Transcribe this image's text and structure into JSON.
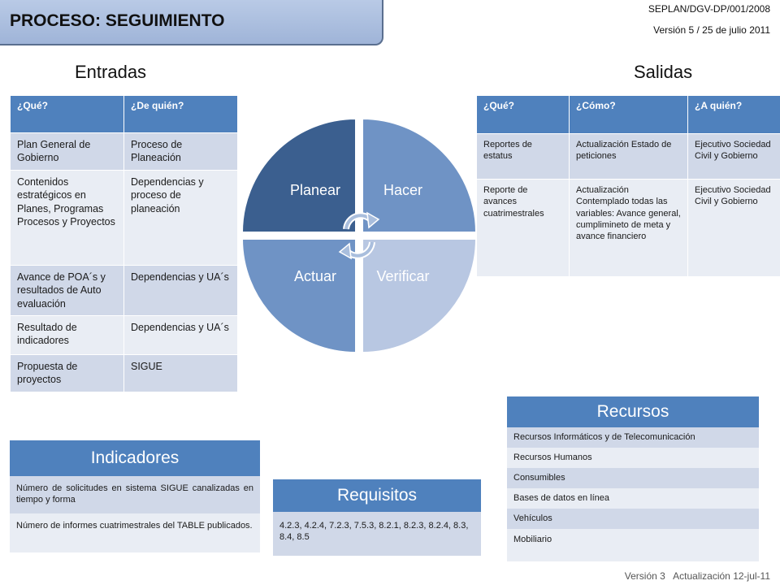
{
  "header": {
    "title": "PROCESO: SEGUIMIENTO",
    "doc_code": "SEPLAN/DGV-DP/001/2008",
    "version": "Versión 5 / 25 de julio 2011"
  },
  "inputs": {
    "label": "Entradas",
    "columns": [
      "¿Qué?",
      "¿De quién?"
    ],
    "rows": [
      [
        "Plan General de Gobierno",
        "Proceso de Planeación"
      ],
      [
        "Contenidos estratégicos en Planes, Programas Procesos y Proyectos",
        "Dependencias y proceso de planeación"
      ],
      [
        "Avance de POA´s y resultados de Auto evaluación",
        "Dependencias y UA´s"
      ],
      [
        "Resultado de indicadores",
        "Dependencias y UA´s"
      ],
      [
        "Propuesta de proyectos",
        "SIGUE"
      ]
    ]
  },
  "outputs": {
    "label": "Salidas",
    "columns": [
      "¿Qué?",
      "¿Cómo?",
      "¿A quién?"
    ],
    "rows": [
      [
        "Reportes de estatus",
        "Actualización Estado de peticiones",
        "Ejecutivo Sociedad Civil y Gobierno"
      ],
      [
        "Reporte de avances cuatrimestrales",
        "Actualización Contemplado todas las variables: Avance general, cumplimineto de meta y avance financiero",
        "Ejecutivo Sociedad Civil y Gobierno"
      ]
    ]
  },
  "cycle": {
    "planear": "Planear",
    "hacer": "Hacer",
    "actuar": "Actuar",
    "verificar": "Verificar",
    "colors": {
      "planear": "#3b5f8f",
      "hacer": "#6f93c5",
      "actuar": "#6f93c5",
      "verificar": "#b8c7e2"
    }
  },
  "indicadores": {
    "title": "Indicadores",
    "items": [
      "Número de solicitudes en sistema SIGUE canalizadas en tiempo y forma",
      "Número de informes cuatrimestrales del TABLE publicados."
    ]
  },
  "requisitos": {
    "title": "Requisitos",
    "text": "4.2.3, 4.2.4, 7.2.3, 7.5.3, 8.2.1, 8.2.3, 8.2.4, 8.3, 8.4, 8.5"
  },
  "recursos": {
    "title": "Recursos",
    "items": [
      "Recursos Informáticos y de Telecomunicación",
      "Recursos Humanos",
      "Consumibles",
      "Bases de datos en línea",
      "Vehículos",
      "Mobiliario"
    ]
  },
  "footer": {
    "text": "Versión 3   Actualización 12-jul-11"
  }
}
